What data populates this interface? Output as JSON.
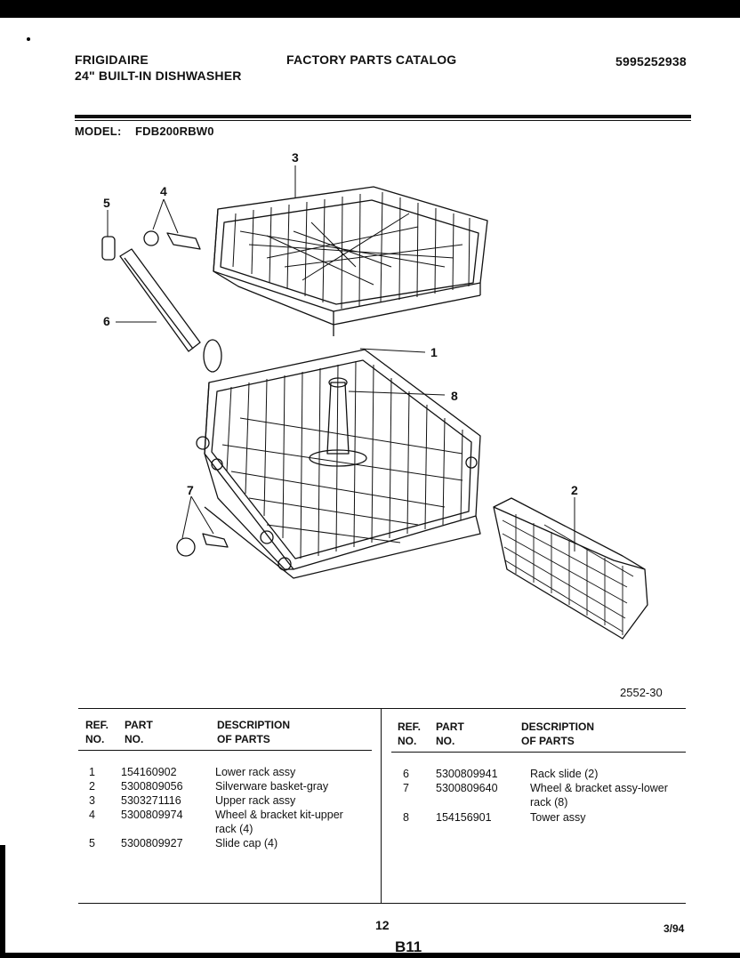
{
  "header": {
    "brand": "FRIGIDAIRE",
    "product": "24\" BUILT-IN DISHWASHER",
    "catalog_title": "FACTORY PARTS CATALOG",
    "catalog_number": "5995252938",
    "model_label": "MODEL:",
    "model_value": "FDB200RBW0"
  },
  "diagram": {
    "callouts": [
      "1",
      "2",
      "3",
      "4",
      "5",
      "6",
      "7",
      "8"
    ],
    "figure_code": "2552-30"
  },
  "table": {
    "headers": {
      "ref_line1": "REF.",
      "ref_line2": "NO.",
      "part_line1": "PART",
      "part_line2": "NO.",
      "desc_line1": "DESCRIPTION",
      "desc_line2": "OF PARTS"
    },
    "left_rows": [
      {
        "ref": "1",
        "part": "154160902",
        "desc": "Lower rack assy",
        "desc2": ""
      },
      {
        "ref": "2",
        "part": "5300809056",
        "desc": "Silverware basket-gray",
        "desc2": ""
      },
      {
        "ref": "3",
        "part": "5303271116",
        "desc": "Upper rack assy",
        "desc2": ""
      },
      {
        "ref": "4",
        "part": "5300809974",
        "desc": "Wheel & bracket kit-upper",
        "desc2": "rack (4)"
      },
      {
        "ref": "5",
        "part": "5300809927",
        "desc": "Slide cap (4)",
        "desc2": ""
      }
    ],
    "right_rows": [
      {
        "ref": "6",
        "part": "5300809941",
        "desc": "Rack slide (2)",
        "desc2": ""
      },
      {
        "ref": "7",
        "part": "5300809640",
        "desc": "Wheel & bracket assy-lower",
        "desc2": "rack (8)"
      },
      {
        "ref": "8",
        "part": "154156901",
        "desc": "Tower assy",
        "desc2": ""
      }
    ]
  },
  "footer": {
    "page_number": "12",
    "date": "3/94",
    "section": "B11"
  }
}
